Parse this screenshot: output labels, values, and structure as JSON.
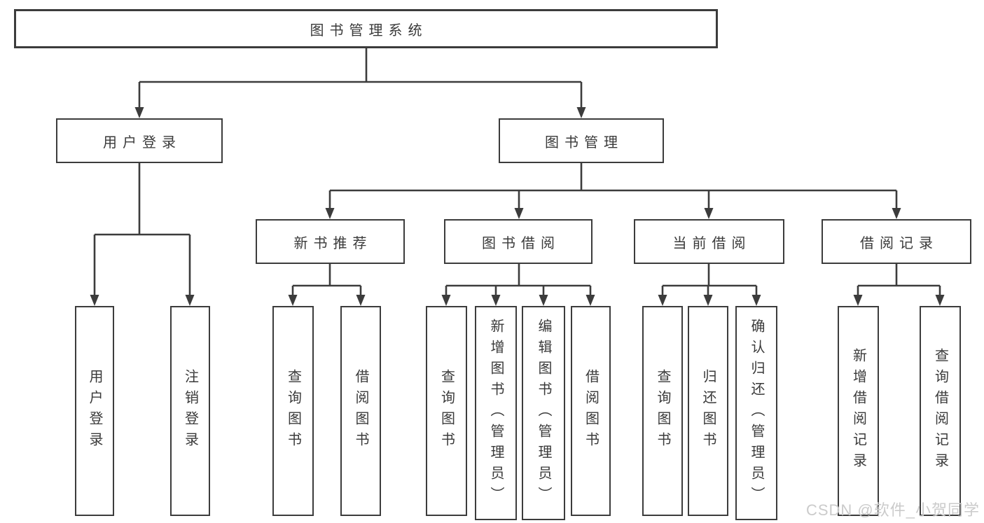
{
  "diagram": {
    "title": "图书管理系统",
    "root": {
      "label": "图书管理系统"
    },
    "level2": [
      {
        "label": "用户登录"
      },
      {
        "label": "图书管理"
      }
    ],
    "level3": [
      {
        "label": "新书推荐",
        "parent": "图书管理"
      },
      {
        "label": "图书借阅",
        "parent": "图书管理"
      },
      {
        "label": "当前借阅",
        "parent": "图书管理"
      },
      {
        "label": "借阅记录",
        "parent": "图书管理"
      }
    ],
    "leaves": [
      {
        "label": "用户登录",
        "parent": "用户登录"
      },
      {
        "label": "注销登录",
        "parent": "用户登录"
      },
      {
        "label": "查询图书",
        "parent": "新书推荐"
      },
      {
        "label": "借阅图书",
        "parent": "新书推荐"
      },
      {
        "label": "查询图书",
        "parent": "图书借阅"
      },
      {
        "label": "新增图书（管理员）",
        "parent": "图书借阅"
      },
      {
        "label": "编辑图书（管理员）",
        "parent": "图书借阅"
      },
      {
        "label": "借阅图书",
        "parent": "图书借阅"
      },
      {
        "label": "查询图书",
        "parent": "当前借阅"
      },
      {
        "label": "归还图书",
        "parent": "当前借阅"
      },
      {
        "label": "确认归还（管理员）",
        "parent": "当前借阅"
      },
      {
        "label": "新增借阅记录",
        "parent": "借阅记录"
      },
      {
        "label": "查询借阅记录",
        "parent": "借阅记录"
      }
    ]
  },
  "watermark": {
    "text": "CSDN @软件_小贺同学"
  },
  "colors": {
    "line": "#3c3c3c",
    "text": "#3a3a3a",
    "background": "#ffffff",
    "watermark": "#cbcbcb"
  }
}
